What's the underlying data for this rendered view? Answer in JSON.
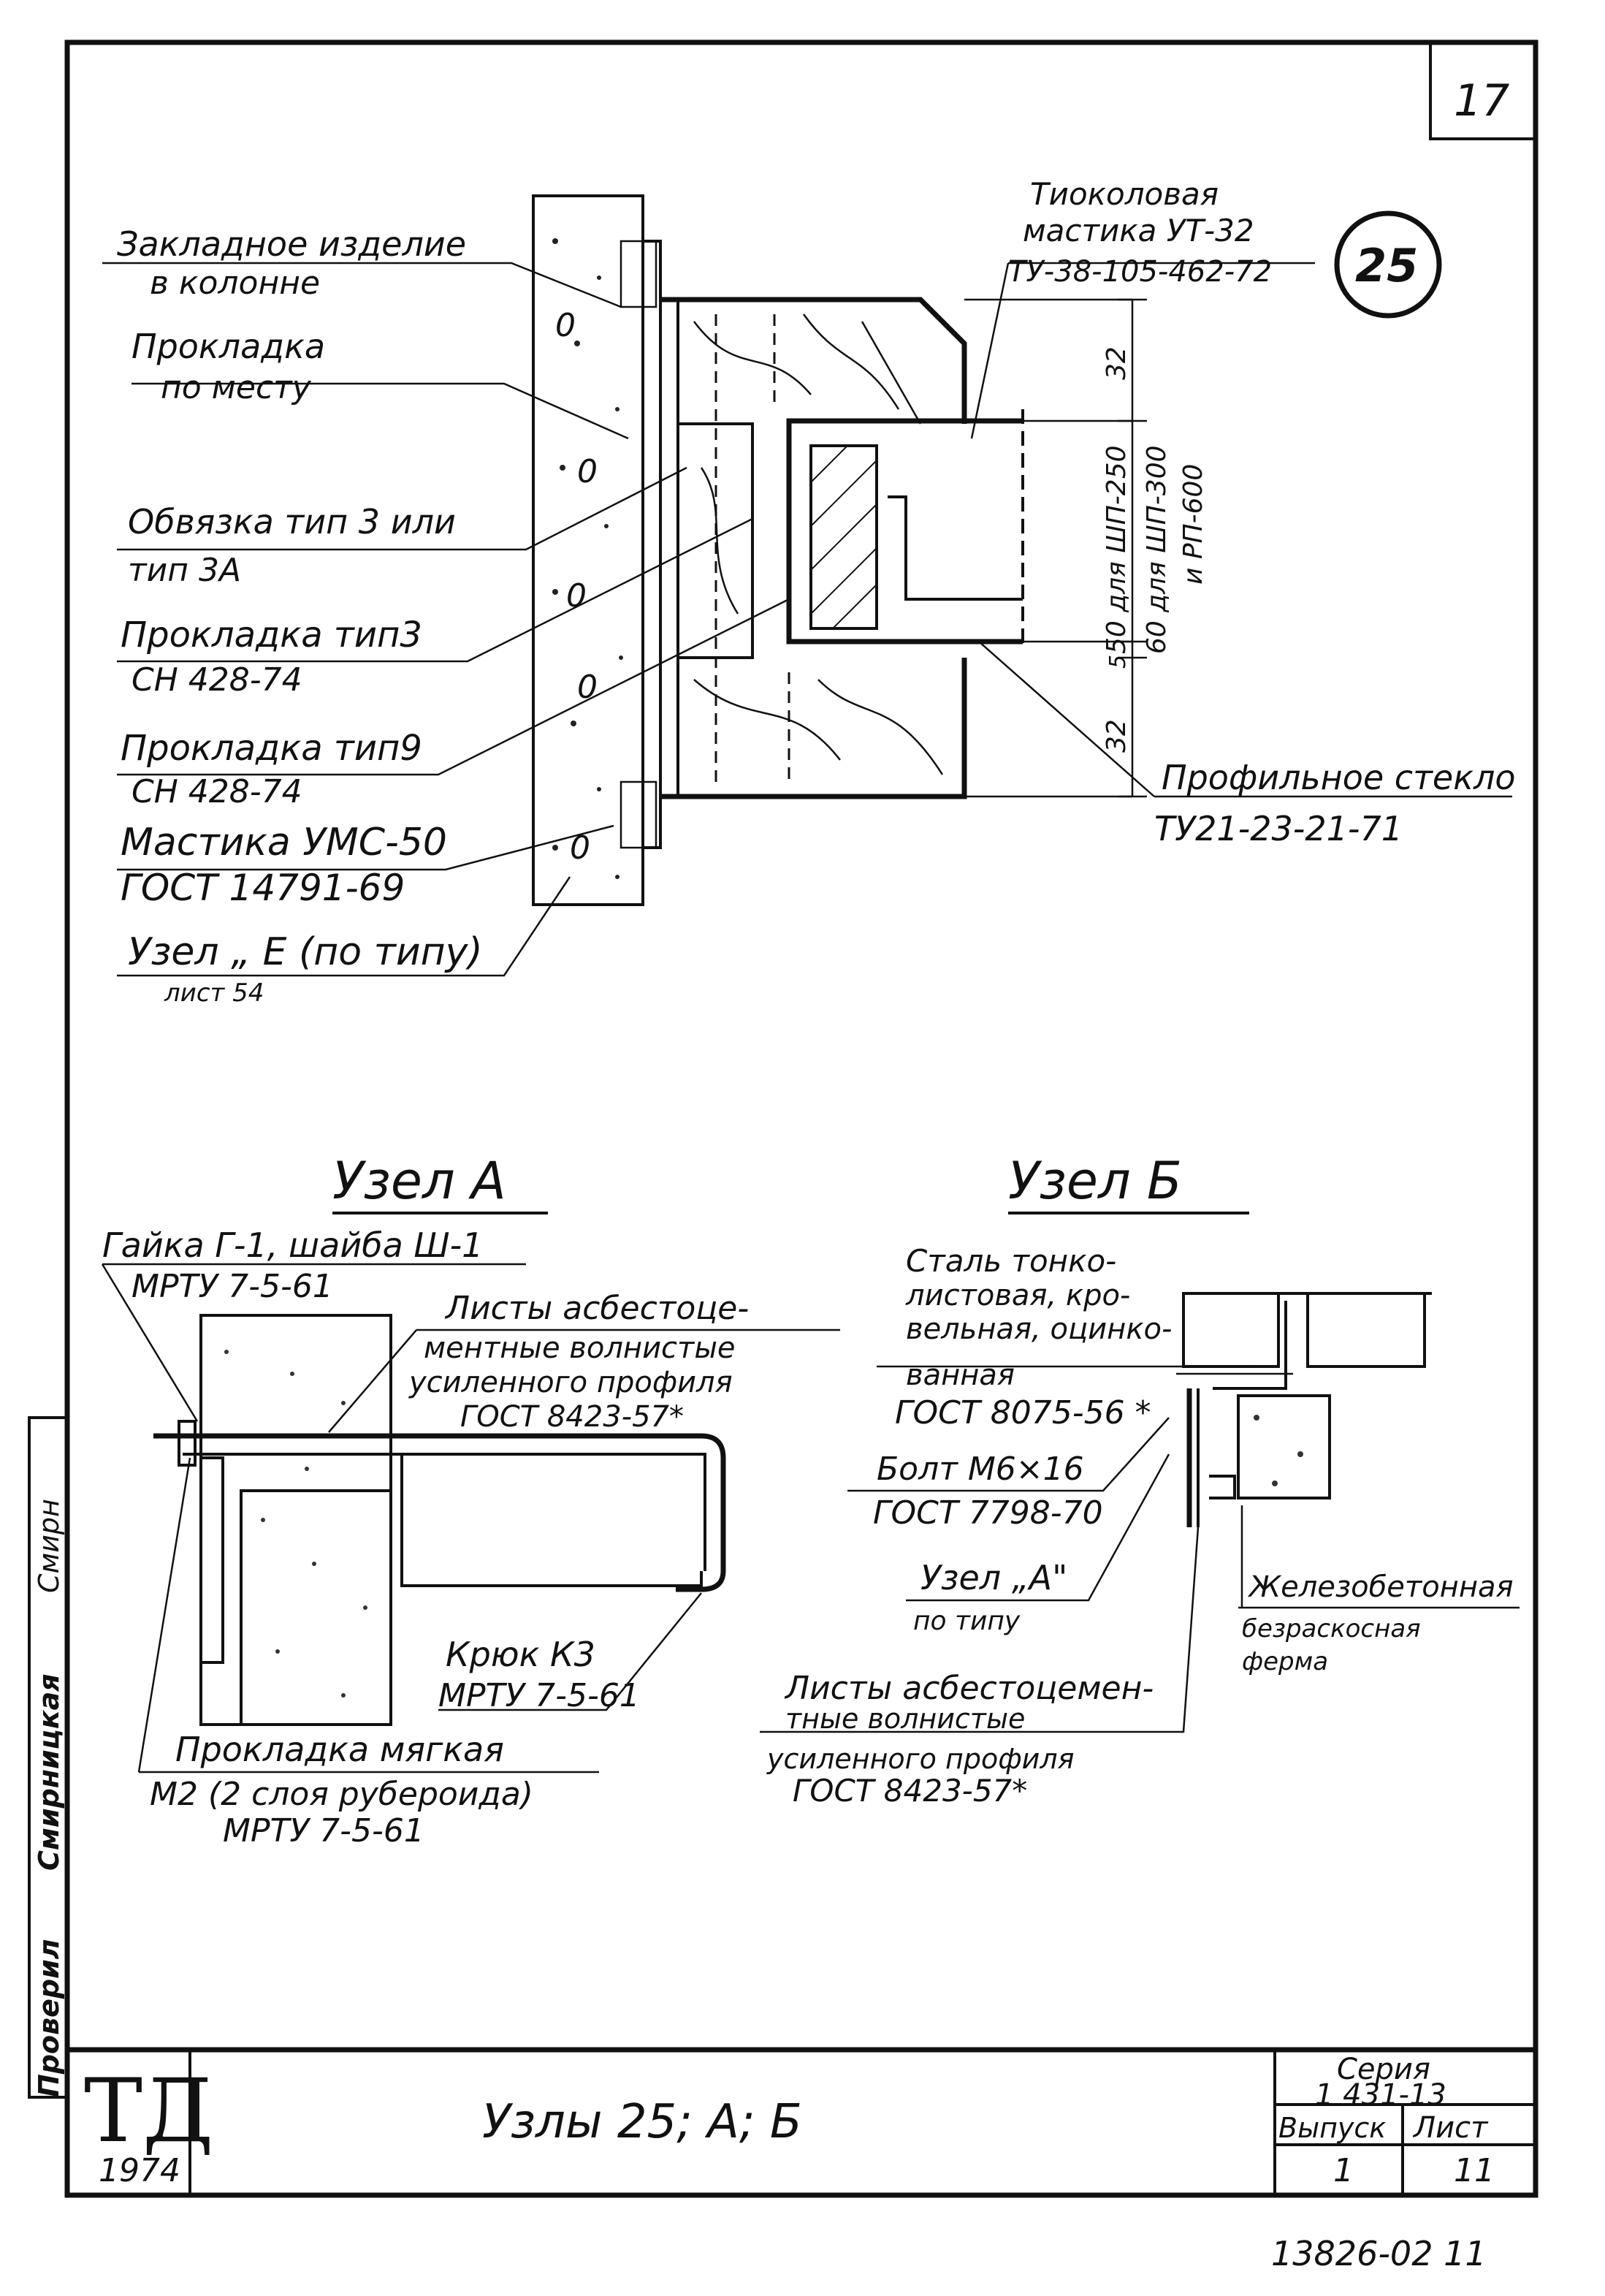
{
  "sheet_number": "17",
  "node_badge": "25",
  "main_labels": {
    "embedded": [
      "Закладное изделие",
      "в колонне"
    ],
    "gasket_place": [
      "Прокладка",
      "по месту"
    ],
    "binding": [
      "Обвязка тип 3 или",
      "тип 3А"
    ],
    "gasket3": [
      "Прокладка тип3",
      "СН 428-74"
    ],
    "gasket9": [
      "Прокладка тип9",
      "СН 428-74"
    ],
    "mastic": [
      "Мастика УМС-50",
      "ГОСТ 14791-69"
    ],
    "node_e": [
      "Узел „ Е (по типу)",
      "лист 54"
    ],
    "thiokol": [
      "Тиоколовая",
      "мастика УТ-32",
      "ТУ-38-105-462-72"
    ],
    "glass": [
      "Профильное стекло",
      "ТУ21-23-21-71"
    ],
    "dims": [
      "32",
      "50 для ШП-250",
      "60 для ШП-300",
      "и РП-600",
      "5",
      "32"
    ]
  },
  "node_a": {
    "title": "Узел  А",
    "nut": [
      "Гайка Г-1, шайба Ш-1",
      "МРТУ 7-5-61"
    ],
    "sheets": [
      "Листы асбестоце-",
      "ментные волнистые",
      "усиленного профиля",
      "ГОСТ 8423-57*"
    ],
    "hook": [
      "Крюк К3",
      "МРТУ 7-5-61"
    ],
    "soft": [
      "Прокладка мягкая",
      "М2 (2 слоя рубероида)",
      "МРТУ 7-5-61"
    ]
  },
  "node_b": {
    "title": "Узел Б",
    "steel": [
      "Сталь тонко-",
      "листовая, кро-",
      "вельная, оцинко-",
      "ванная",
      "ГОСТ 8075-56 *"
    ],
    "bolt": [
      "Болт М6×16",
      "ГОСТ 7798-70"
    ],
    "node_a_ref": [
      "Узел „А\"",
      "по типу"
    ],
    "sheets": [
      "Листы асбестоцемен-",
      "тные волнистые",
      "усиленного профиля",
      "ГОСТ 8423-57*"
    ],
    "truss": [
      "Железобетонная",
      "безраскосная",
      "ферма"
    ]
  },
  "title_block": {
    "logo": "ТД",
    "year": "1974",
    "title": "Узлы 25; А; Б",
    "series_label": "Серия",
    "series_value": "1 431-13",
    "issue_label": "Выпуск",
    "issue_value": "1",
    "sheet_label": "Лист",
    "sheet_value": "11"
  },
  "side_stamp": [
    "Проверил",
    "Смирницкая",
    "Смирн"
  ],
  "bottom_number": "13826-02  11"
}
